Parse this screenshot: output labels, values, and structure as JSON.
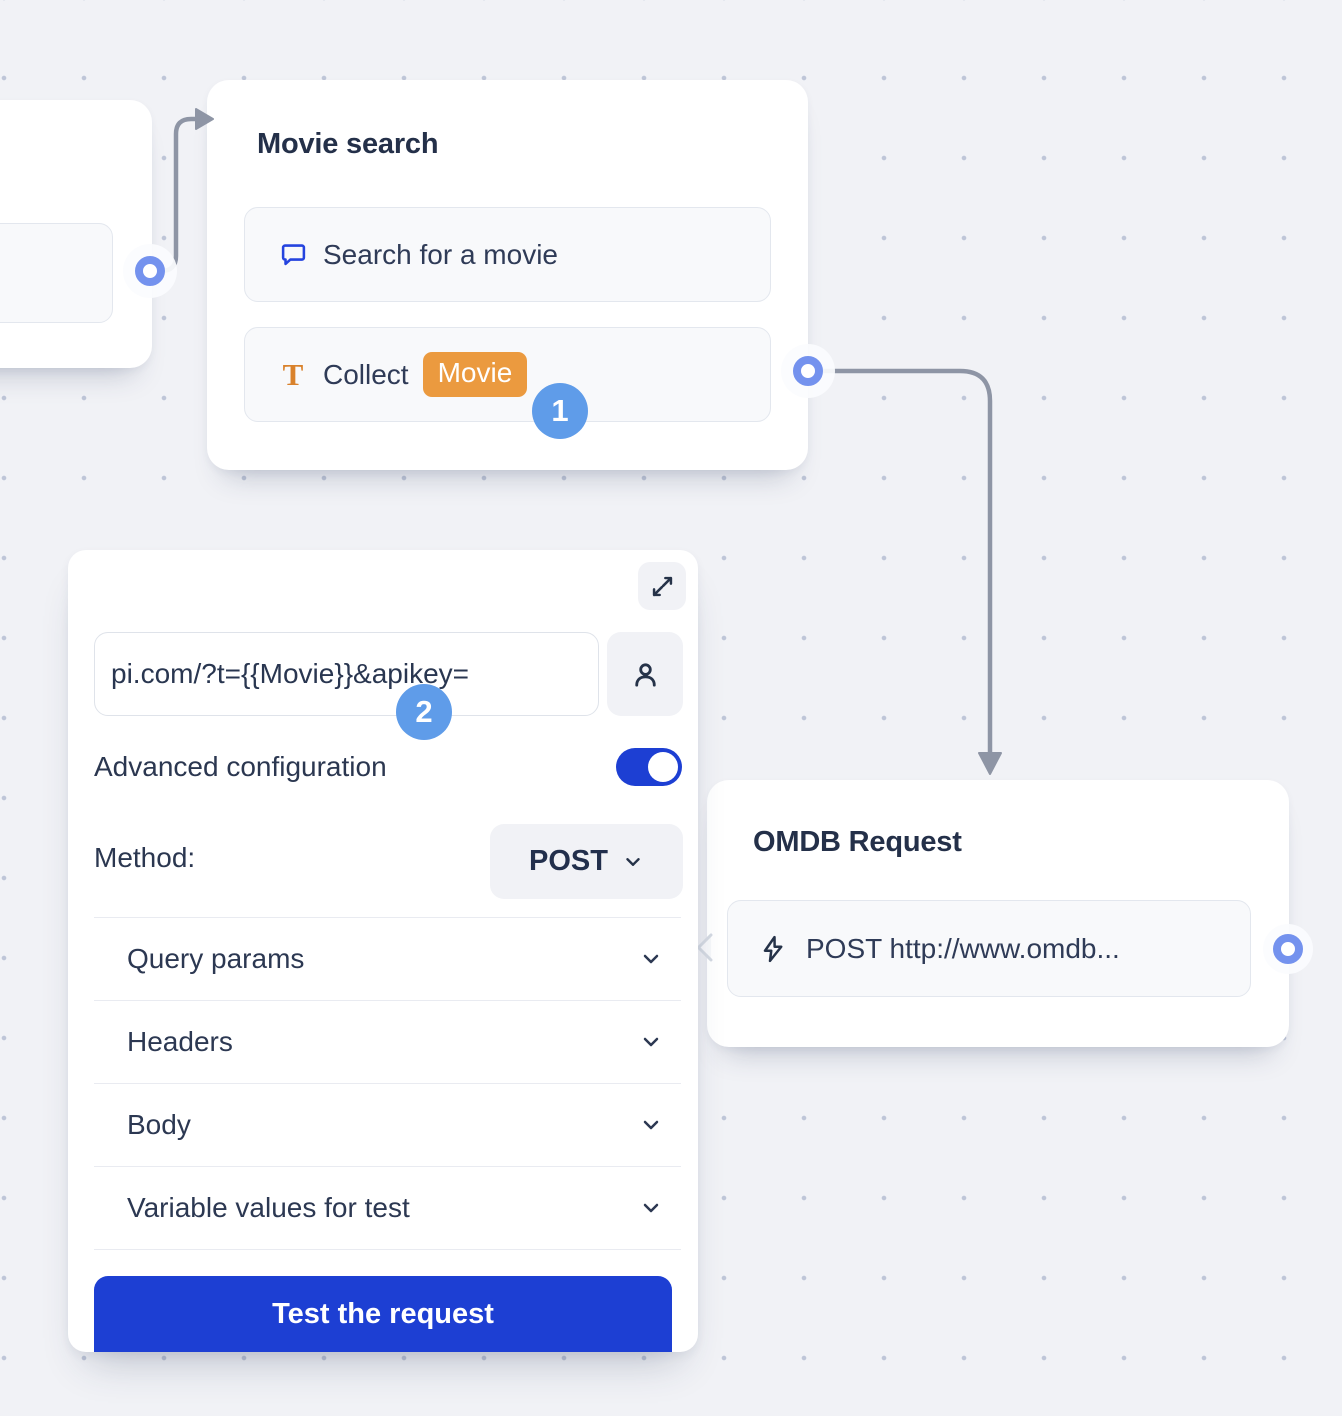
{
  "colors": {
    "primary_blue": "#1d3fd3",
    "badge_blue": "#5f9ce9",
    "chip_orange": "#eb9a3f",
    "icon_blue": "#2544df",
    "connector_gray": "#8e95a5",
    "port_ring_blue": "#7492ee",
    "text_navy": "#2b3750"
  },
  "movie_search_node": {
    "title": "Movie search",
    "items": [
      {
        "icon": "chat-bubble-icon",
        "label": "Search for a movie"
      },
      {
        "icon": "text-input-icon",
        "label": "Collect",
        "chip": "Movie"
      }
    ]
  },
  "badges": {
    "step1": "1",
    "step2": "2"
  },
  "config_panel": {
    "url_input": {
      "value": "pi.com/?t={{Movie}}&apikey="
    },
    "advanced_configuration": {
      "label": "Advanced configuration",
      "enabled": true
    },
    "method": {
      "label": "Method:",
      "value": "POST"
    },
    "sections": [
      {
        "label": "Query params"
      },
      {
        "label": "Headers"
      },
      {
        "label": "Body"
      },
      {
        "label": "Variable values for test"
      }
    ],
    "test_button": "Test the request"
  },
  "omdb_node": {
    "title": "OMDB Request",
    "request": "POST http://www.omdb..."
  }
}
